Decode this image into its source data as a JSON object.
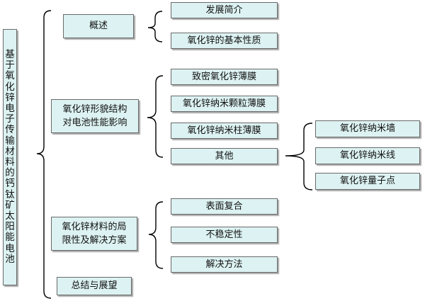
{
  "root": {
    "chars": [
      "基",
      "于",
      "氧",
      "化",
      "锌",
      "电",
      "子",
      "传",
      "输",
      "材",
      "料",
      "的",
      "钙",
      "钛",
      "矿",
      "太",
      "阳",
      "能",
      "电",
      "池"
    ]
  },
  "sections": [
    {
      "label": "概述",
      "children": [
        "发展简介",
        "氧化锌的基本性质"
      ]
    },
    {
      "label_lines": [
        "氧化锌形貌结构",
        "对电池性能影响"
      ],
      "children": [
        "致密氧化锌薄膜",
        "氧化锌纳米颗粒薄膜",
        "氧化锌纳米柱薄膜",
        "其他"
      ],
      "subchildren": [
        "氧化锌纳米墙",
        "氧化锌纳米线",
        "氧化锌量子点"
      ]
    },
    {
      "label_lines": [
        "氧化锌材料的局",
        "限性及解决方案"
      ],
      "children": [
        "表面复合",
        "不稳定性",
        "解决方法"
      ]
    },
    {
      "label": "总结与展望"
    }
  ]
}
